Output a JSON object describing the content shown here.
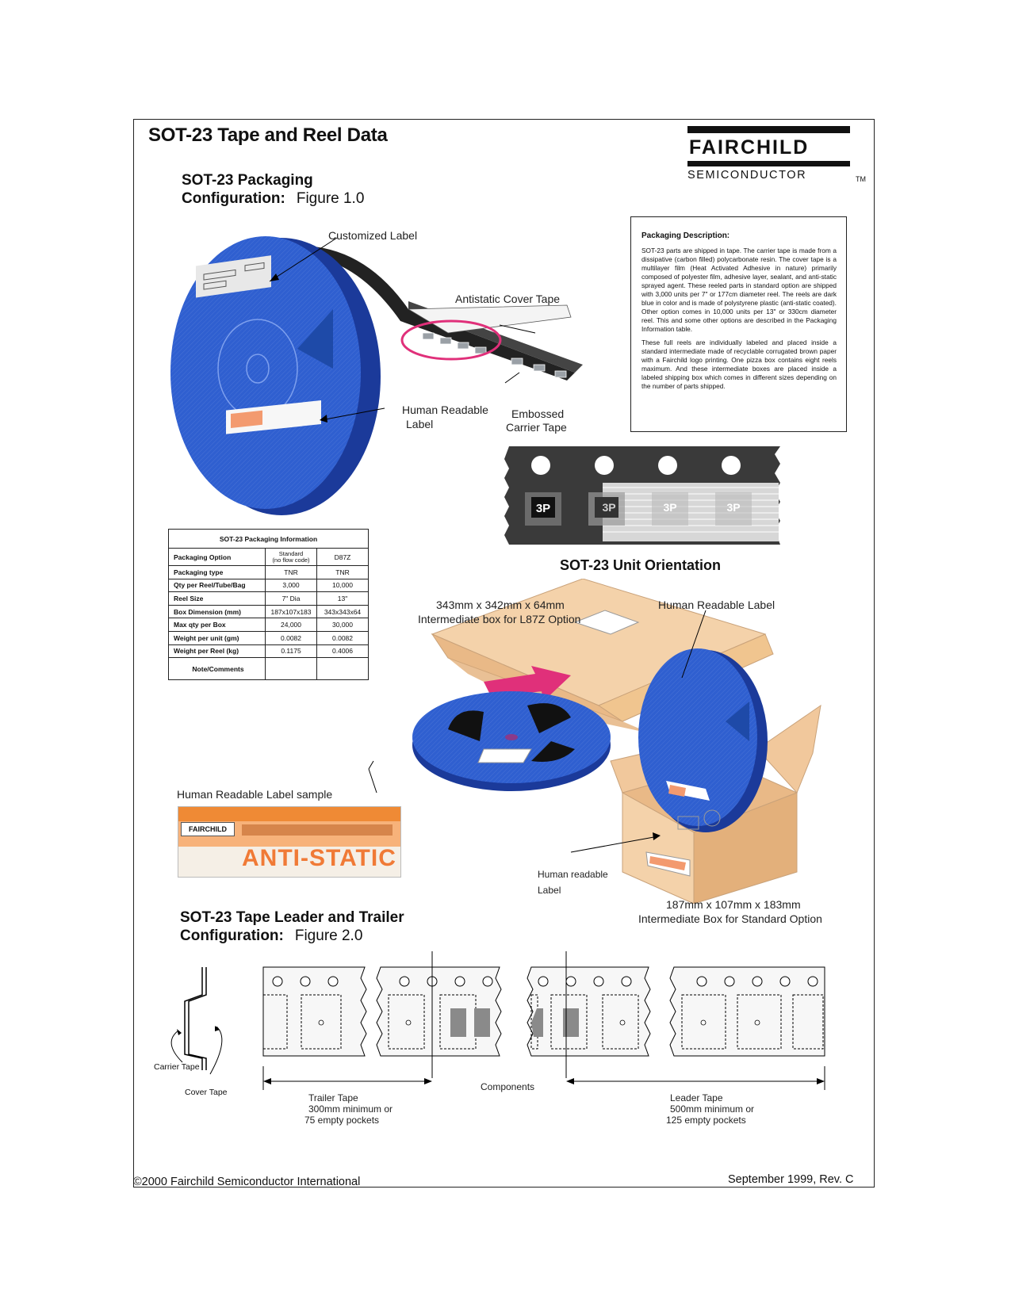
{
  "page": {
    "title": "SOT-23 Tape and Reel Data",
    "logo": {
      "name": "FAIRCHILD",
      "sub": "SEMICONDUCTOR",
      "tm": "TM"
    },
    "footer_left": "©2000 Fairchild Semiconductor International",
    "footer_right": "September 1999, Rev. C"
  },
  "packaging_section": {
    "heading": "SOT-23 Packaging",
    "config_label": "Configuration:",
    "figure": "Figure 1.0",
    "callouts": {
      "customized_label": "Customized Label",
      "antistatic_cover_tape": "Antistatic Cover Tape",
      "human_readable_1": "Human Readable",
      "human_readable_2": "Label",
      "embossed_1": "Embossed",
      "embossed_2": "Carrier Tape"
    },
    "pocket_mark": "3P"
  },
  "description": {
    "heading": "Packaging Description:",
    "para1": "SOT-23 parts are shipped in tape. The carrier tape is made from a dissipative (carbon filled) polycarbonate resin. The cover tape is a multilayer film (Heat Activated Adhesive in nature) primarily composed of polyester film, adhesive layer, sealant, and anti-static sprayed agent. These reeled parts in standard option are shipped with 3,000 units per 7\" or 177cm diameter reel. The reels are dark blue in color and is made of polystyrene plastic (anti-static coated). Other option comes in 10,000 units per 13\" or 330cm diameter reel. This and some other options are described in the Packaging Information table.",
    "para2": "These full reels are individually labeled and placed inside a standard intermediate made of recyclable corrugated brown paper with a Fairchild logo printing. One pizza box contains eight reels maximum. And these intermediate boxes are placed inside a labeled shipping box which comes in different sizes depending on the number of parts shipped."
  },
  "info_table": {
    "title": "SOT-23 Packaging Information",
    "rows": [
      {
        "label": "Packaging Option",
        "std": "Standard\n(no flow code)",
        "opt": "D87Z"
      },
      {
        "label": "Packaging type",
        "std": "TNR",
        "opt": "TNR"
      },
      {
        "label": "Qty per Reel/Tube/Bag",
        "std": "3,000",
        "opt": "10,000"
      },
      {
        "label": "Reel Size",
        "std": "7\" Dia",
        "opt": "13\""
      },
      {
        "label": "Box Dimension (mm)",
        "std": "187x107x183",
        "opt": "343x343x64"
      },
      {
        "label": "Max qty per Box",
        "std": "24,000",
        "opt": "30,000"
      },
      {
        "label": "Weight per unit (gm)",
        "std": "0.0082",
        "opt": "0.0082"
      },
      {
        "label": "Weight per Reel (kg)",
        "std": "0.1175",
        "opt": "0.4006"
      },
      {
        "label": "Note/Comments",
        "std": "",
        "opt": ""
      }
    ]
  },
  "orientation": {
    "heading": "SOT-23 Unit Orientation",
    "big_box_dims": "343mm x 342mm x 64mm",
    "big_box_desc": "Intermediate box for L87Z Option",
    "hr_label": "Human Readable Label",
    "hr_label_sample": "Human Readable Label sample",
    "sample_stamp": "ANTI-STATIC",
    "sample_logo": "FAIRCHILD",
    "hr_small_1": "Human readable",
    "hr_small_2": "Label",
    "small_box_dims": "187mm x 107mm x 183mm",
    "small_box_desc": "Intermediate Box for Standard Option"
  },
  "leader_section": {
    "heading": "SOT-23 Tape Leader and Trailer",
    "config_label": "Configuration:",
    "figure": "Figure 2.0",
    "carrier_tape": "Carrier Tape",
    "cover_tape": "Cover Tape",
    "components": "Components",
    "trailer": {
      "name": "Trailer Tape",
      "line2": "300mm minimum or",
      "line3": "75 empty pockets"
    },
    "leader": {
      "name": "Leader Tape",
      "line2": "500mm minimum or",
      "line3": "125 empty pockets"
    }
  },
  "colors": {
    "reel_blue": "#2f5fd0",
    "reel_dark": "#1b3a9a",
    "box_tan": "#f1c89c",
    "accent_magenta": "#e0307a",
    "label_orange": "#f39a6f"
  }
}
